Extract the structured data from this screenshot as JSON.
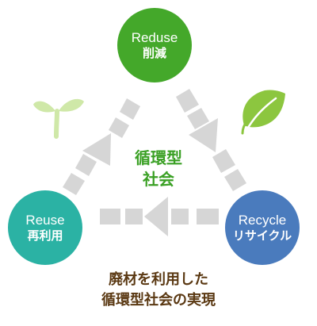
{
  "colors": {
    "reduse": "#44a82a",
    "reuse": "#2bb2a4",
    "recycle": "#4a7bbd",
    "arrow": "#d6d6d6",
    "center_text": "#3aa024",
    "caption_text": "#5a3812",
    "sprout": "#cfe8a8",
    "leaf": "#8cc63f"
  },
  "nodes": {
    "reduse": {
      "en": "Reduse",
      "ja": "削減"
    },
    "reuse": {
      "en": "Reuse",
      "ja": "再利用"
    },
    "recycle": {
      "en": "Recycle",
      "ja": "リサイクル"
    }
  },
  "center": {
    "line1": "循環型",
    "line2": "社会"
  },
  "caption": {
    "line1": "廃材を利用した",
    "line2": "循環型社会の実現"
  },
  "icons": {
    "sprout": "sprout-icon",
    "leaf": "leaf-icon"
  }
}
